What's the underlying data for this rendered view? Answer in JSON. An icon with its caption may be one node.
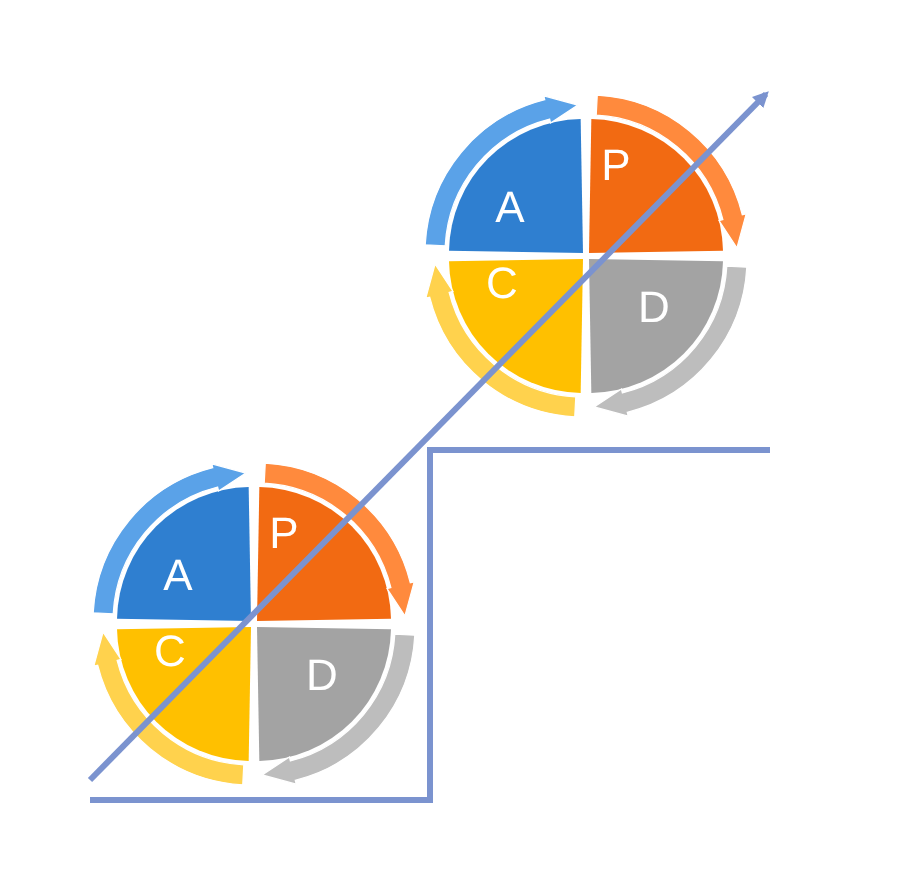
{
  "diagram": {
    "nodes": [
      {
        "text": [
          "A"
        ]
      },
      {
        "text": [
          "P"
        ]
      },
      {
        "text": [
          "C"
        ]
      },
      {
        "text": [
          "D"
        ]
      },
      {
        "text": [
          "A"
        ]
      },
      {
        "text": [
          "P"
        ]
      },
      {
        "text": [
          "C"
        ]
      },
      {
        "text": [
          "D"
        ]
      }
    ]
  }
}
